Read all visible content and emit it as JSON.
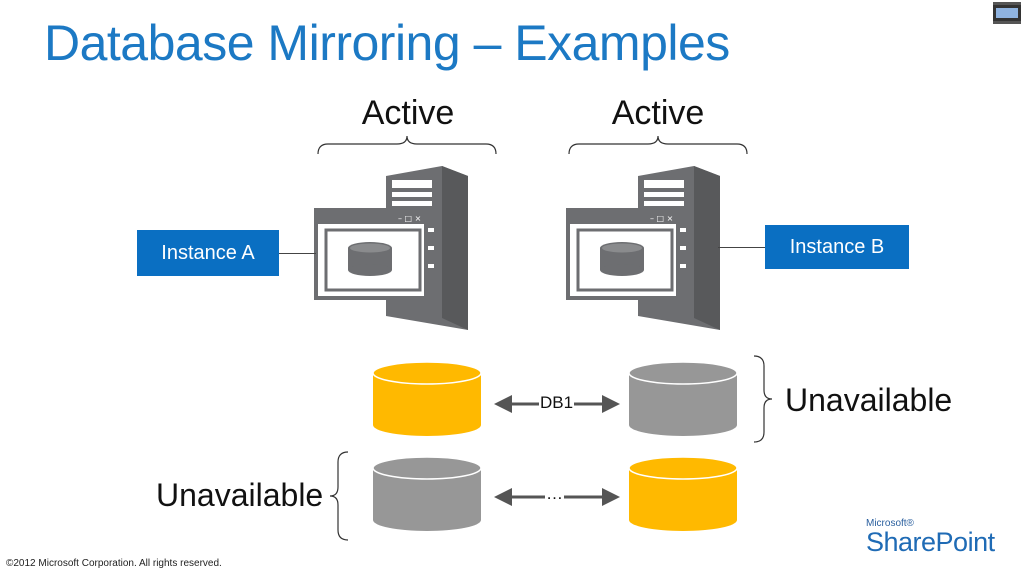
{
  "slide": {
    "title": "Database Mirroring – Examples",
    "copyright": "©2012 Microsoft Corporation. All rights reserved."
  },
  "servers": {
    "left": {
      "state": "Active",
      "instance": "Instance A"
    },
    "right": {
      "state": "Active",
      "instance": "Instance B"
    }
  },
  "rows": [
    {
      "arrow_label": "DB1",
      "left_db_color": "#ffb900",
      "right_db_color": "#979797",
      "unavailable_label": "Unavailable",
      "unavailable_side": "right"
    },
    {
      "arrow_label": "…",
      "left_db_color": "#979797",
      "right_db_color": "#ffb900",
      "unavailable_label": "Unavailable",
      "unavailable_side": "left"
    }
  ],
  "logo": {
    "vendor": "Microsoft®",
    "product": "SharePoint"
  },
  "colors": {
    "title_blue": "#1c79c4",
    "instance_blue": "#0a6fc2",
    "active_db": "#ffb900",
    "inactive_db": "#979797",
    "server_gray": "#6d6e71"
  }
}
